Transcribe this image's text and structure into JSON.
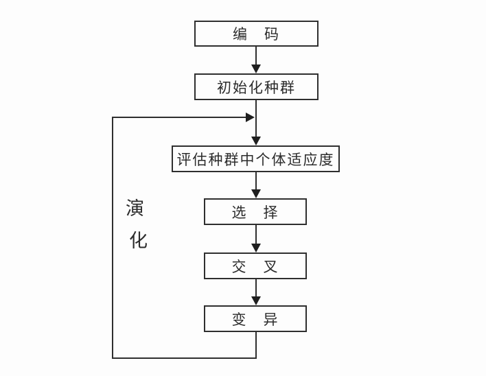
{
  "diagram": {
    "type": "flowchart",
    "nodes": [
      {
        "id": "encode",
        "label": "编　码"
      },
      {
        "id": "init-population",
        "label": "初始化种群"
      },
      {
        "id": "evaluate-fitness",
        "label": "评估种群中个体适应度"
      },
      {
        "id": "selection",
        "label": "选　择"
      },
      {
        "id": "crossover",
        "label": "交　叉"
      },
      {
        "id": "mutation",
        "label": "变　异"
      }
    ],
    "edges": [
      {
        "from": "encode",
        "to": "init-population"
      },
      {
        "from": "init-population",
        "to": "evaluate-fitness"
      },
      {
        "from": "evaluate-fitness",
        "to": "selection"
      },
      {
        "from": "selection",
        "to": "crossover"
      },
      {
        "from": "crossover",
        "to": "mutation"
      },
      {
        "from": "mutation",
        "to": "evaluate-fitness",
        "label": "演化",
        "style": "feedback-loop-left"
      }
    ],
    "loop_label_chars": [
      "演",
      "化"
    ],
    "colors": {
      "background": "#fdfdfd",
      "line": "#2e2e2e",
      "text": "#2b2b2b"
    }
  }
}
